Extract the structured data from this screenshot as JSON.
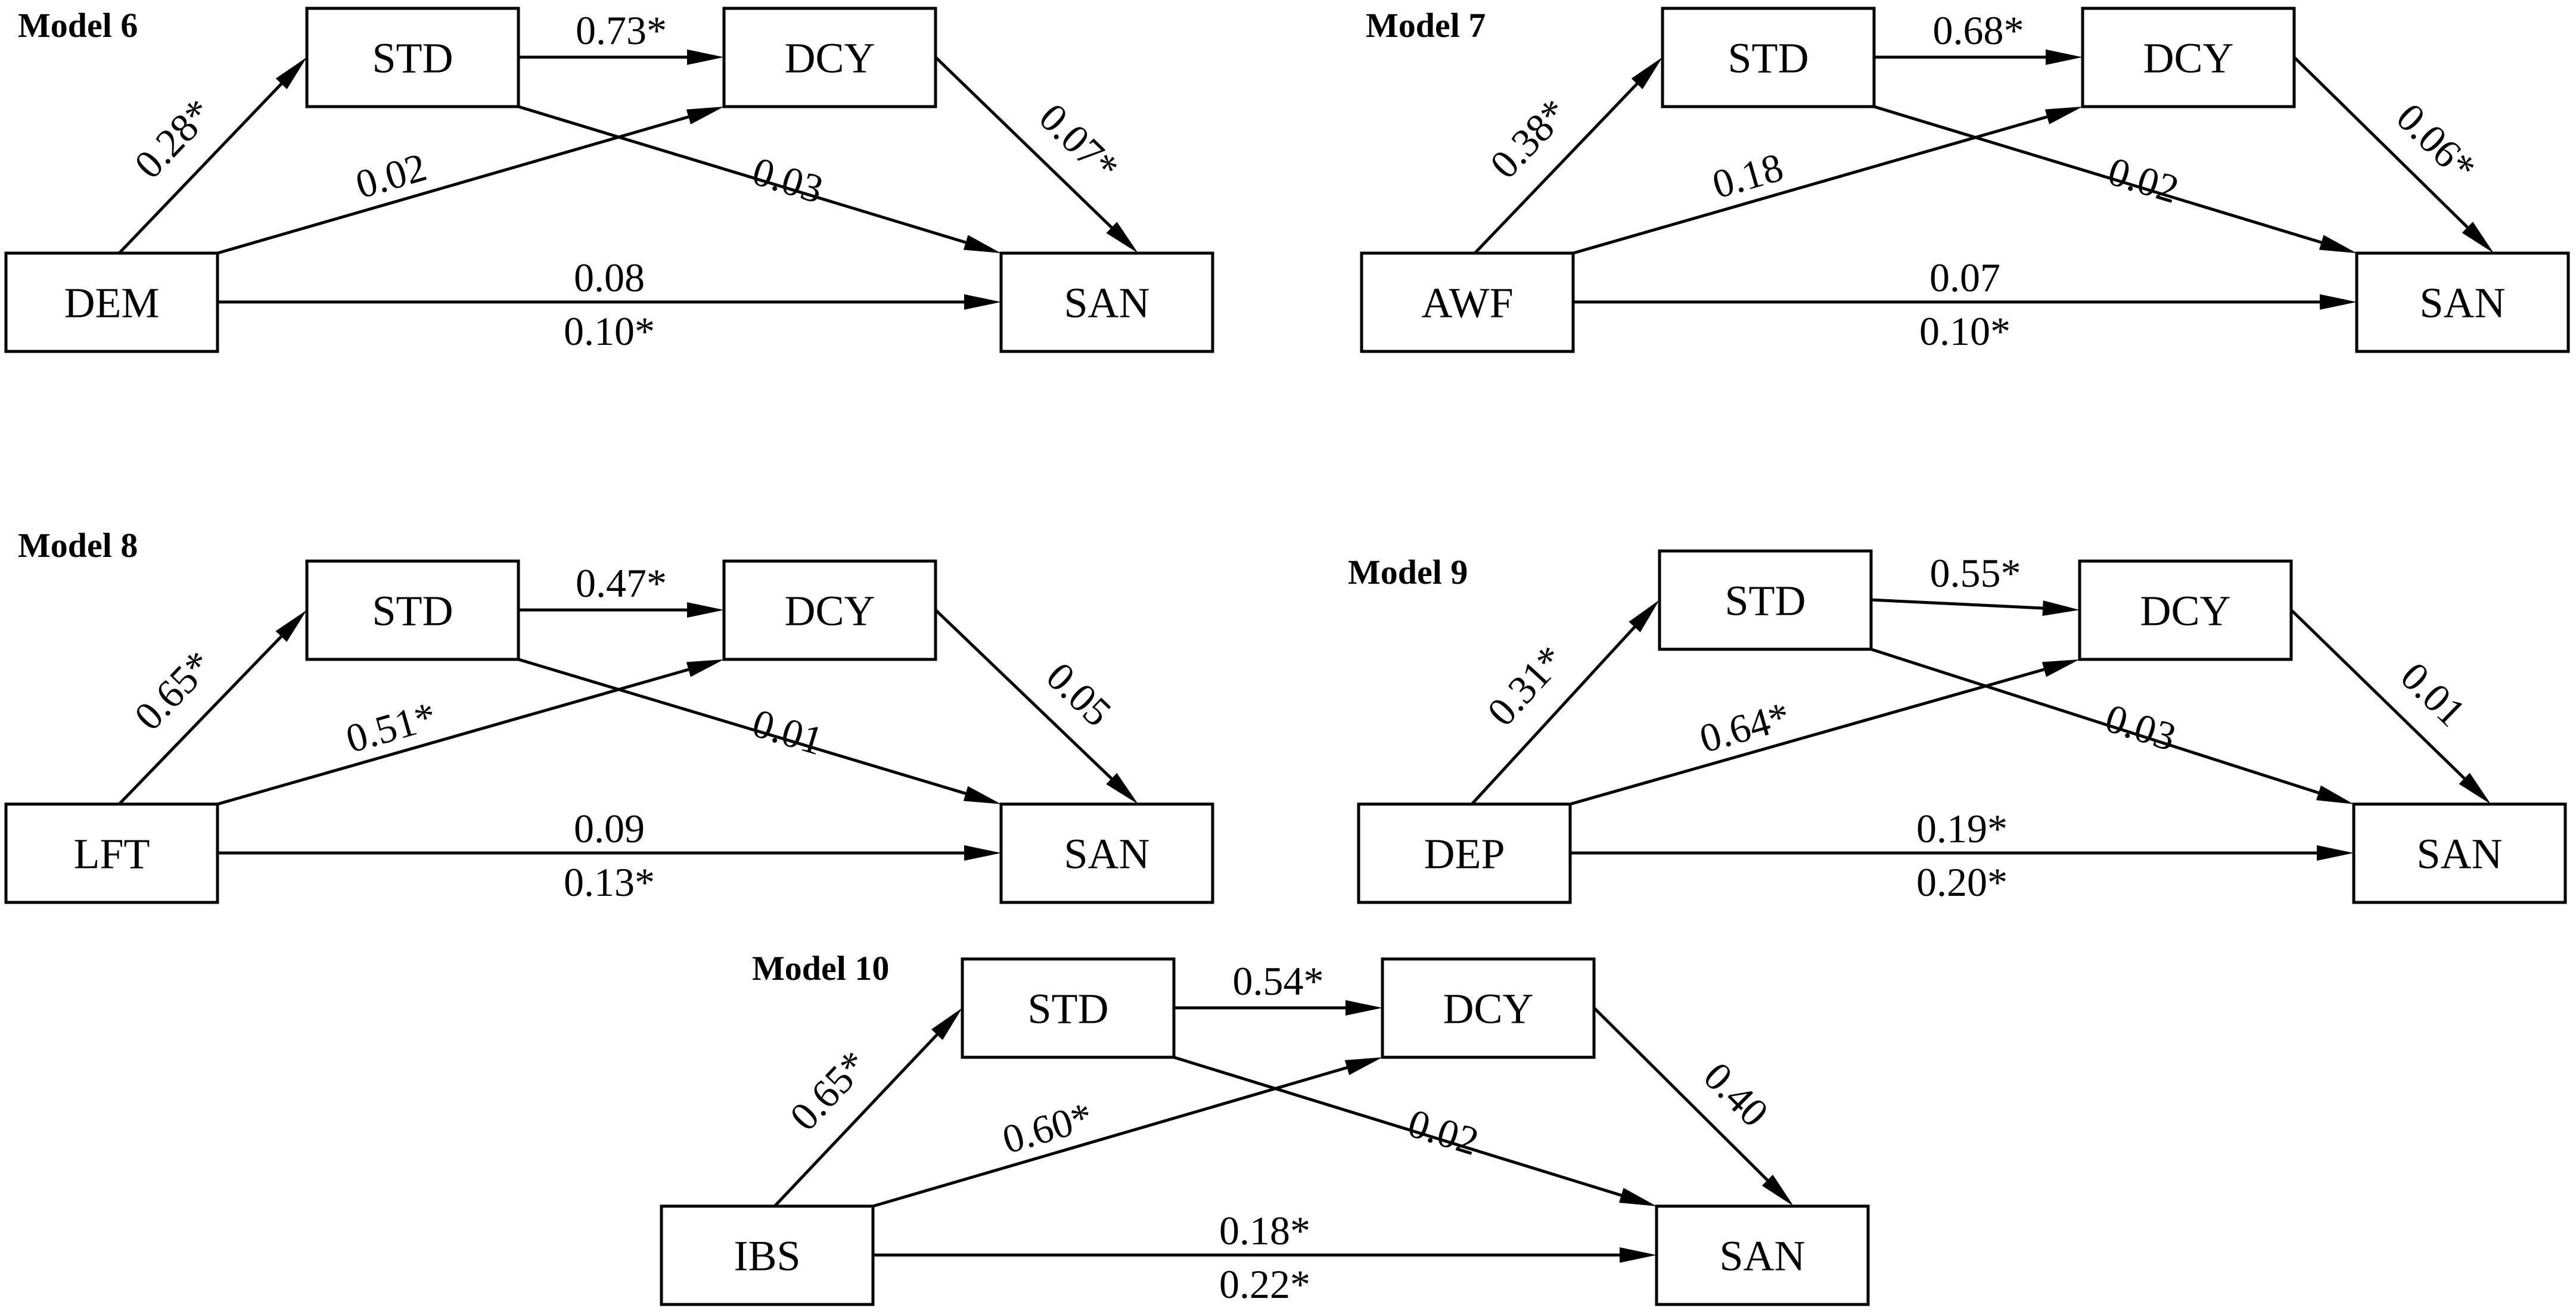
{
  "colors": {
    "line": "#000000",
    "background": "#ffffff",
    "box_fill": "#ffffff"
  },
  "models": [
    {
      "title": "Model 6",
      "nodes": {
        "predictor": "DEM",
        "mediator1": "STD",
        "mediator2": "DCY",
        "outcome": "SAN"
      },
      "coefficients": {
        "pred_m1": "0.28*",
        "m1_m2": "0.73*",
        "m2_out": "0.07*",
        "pred_m2": "0.02",
        "m1_out": "0.03",
        "direct": "0.08",
        "total": "0.10*"
      }
    },
    {
      "title": "Model 7",
      "nodes": {
        "predictor": "AWF",
        "mediator1": "STD",
        "mediator2": "DCY",
        "outcome": "SAN"
      },
      "coefficients": {
        "pred_m1": "0.38*",
        "m1_m2": "0.68*",
        "m2_out": "0.06*",
        "pred_m2": "0.18",
        "m1_out": "0.02",
        "direct": "0.07",
        "total": "0.10*"
      }
    },
    {
      "title": "Model 8",
      "nodes": {
        "predictor": "LFT",
        "mediator1": "STD",
        "mediator2": "DCY",
        "outcome": "SAN"
      },
      "coefficients": {
        "pred_m1": "0.65*",
        "m1_m2": "0.47*",
        "m2_out": "0.05",
        "pred_m2": "0.51*",
        "m1_out": "0.01",
        "direct": "0.09",
        "total": "0.13*"
      }
    },
    {
      "title": "Model 9",
      "nodes": {
        "predictor": "DEP",
        "mediator1": "STD",
        "mediator2": "DCY",
        "outcome": "SAN"
      },
      "coefficients": {
        "pred_m1": "0.31*",
        "m1_m2": "0.55*",
        "m2_out": "0.01",
        "pred_m2": "0.64*",
        "m1_out": "0.03",
        "direct": "0.19*",
        "total": "0.20*"
      }
    },
    {
      "title": "Model 10",
      "nodes": {
        "predictor": "IBS",
        "mediator1": "STD",
        "mediator2": "DCY",
        "outcome": "SAN"
      },
      "coefficients": {
        "pred_m1": "0.65*",
        "m1_m2": "0.54*",
        "m2_out": "0.40",
        "pred_m2": "0.60*",
        "m1_out": "0.02",
        "direct": "0.18*",
        "total": "0.22*"
      }
    }
  ]
}
